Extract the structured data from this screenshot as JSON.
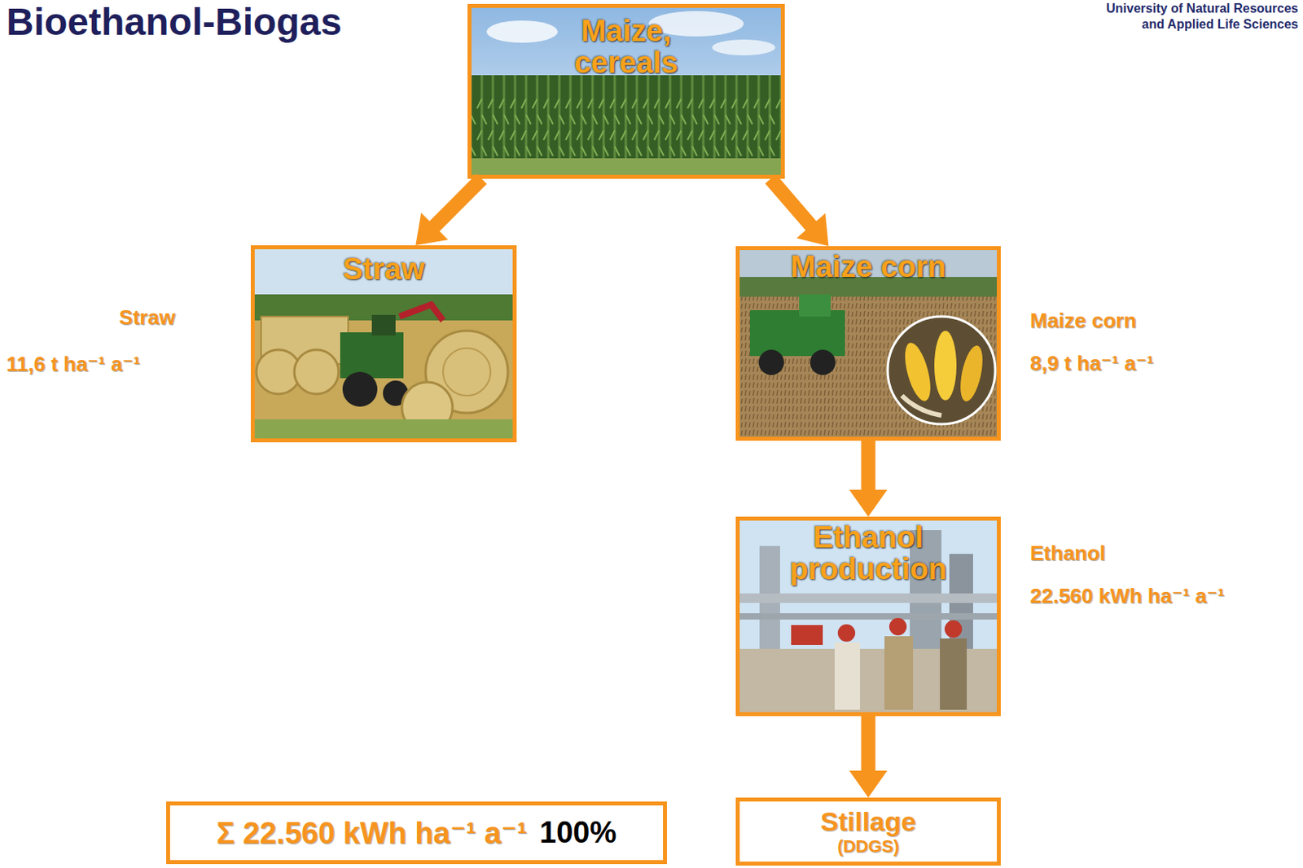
{
  "diagram": {
    "title": "Bioethanol-Biogas",
    "nodes": [
      {
        "text": [
          "Maize, cereals"
        ]
      },
      {
        "text": [
          "Straw"
        ]
      },
      {
        "text": [
          "Maize corn"
        ]
      },
      {
        "text": [
          "Ethanol production"
        ]
      },
      {
        "text": [
          "Stillage",
          "(DDGS)"
        ]
      },
      {
        "text": [
          "Σ 22.560 kWh ha⁻¹ a⁻¹",
          "100%"
        ]
      }
    ],
    "edges": [
      {
        "from": 0,
        "to": 1,
        "arrow": "to"
      },
      {
        "from": 0,
        "to": 2,
        "arrow": "to"
      },
      {
        "from": 2,
        "to": 3,
        "arrow": "to"
      },
      {
        "from": 3,
        "to": 4,
        "arrow": "to"
      }
    ],
    "labels": [
      "University of Natural Resources",
      "and Applied Life Sciences",
      "Straw",
      "11,6 t ha⁻¹ a⁻¹",
      "Maize corn",
      "8,9 t ha⁻¹ a⁻¹",
      "Ethanol",
      "22.560 kWh ha⁻¹ a⁻¹"
    ]
  }
}
